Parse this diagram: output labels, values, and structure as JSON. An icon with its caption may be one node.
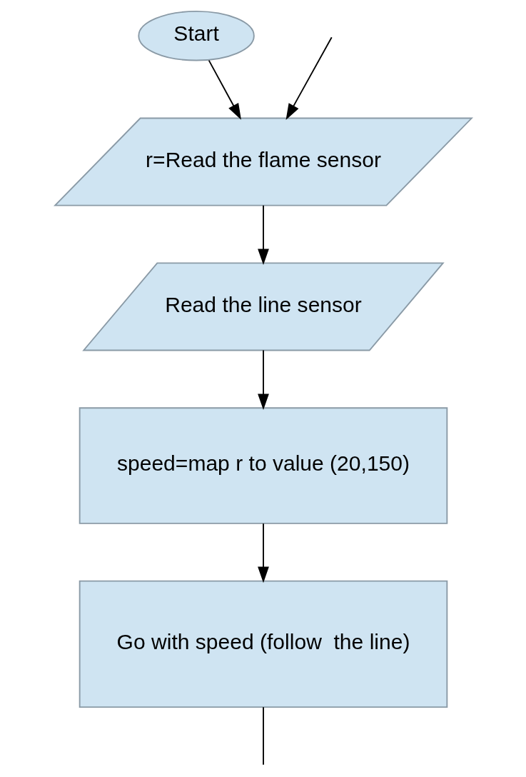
{
  "diagram": {
    "nodes": [
      {
        "text": [
          "Start"
        ]
      },
      {
        "text": [
          "r=Read the flame sensor"
        ]
      },
      {
        "text": [
          "Read the line sensor"
        ]
      },
      {
        "text": [
          "speed=map r to value (20,150)"
        ]
      },
      {
        "text": [
          "Go with speed (follow  the line)"
        ]
      }
    ],
    "edges": [
      {
        "from": 0,
        "to": 1,
        "arrow": "to"
      },
      {
        "from": null,
        "to": 1,
        "arrow": "to"
      },
      {
        "from": 1,
        "to": 2,
        "arrow": "to"
      },
      {
        "from": 2,
        "to": 3,
        "arrow": "to"
      },
      {
        "from": 3,
        "to": 4,
        "arrow": "to"
      },
      {
        "from": 4,
        "to": null,
        "arrow": "none"
      }
    ]
  }
}
